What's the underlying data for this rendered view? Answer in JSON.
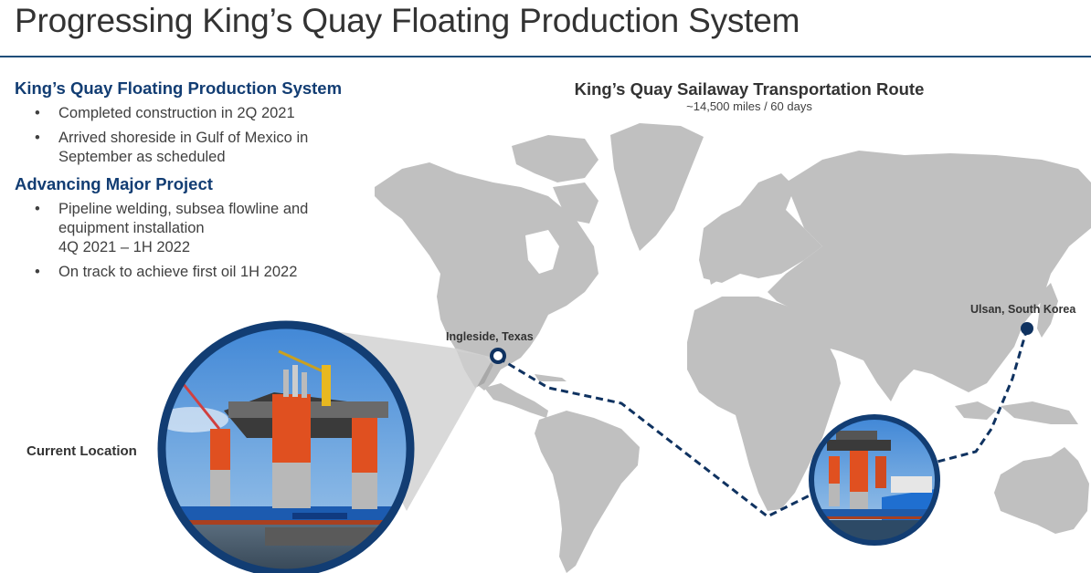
{
  "header": {
    "title": "Progressing King’s Quay Floating Production System",
    "rule_color": "#1f4e79"
  },
  "left_panel": {
    "sections": [
      {
        "heading": "King’s Quay Floating Production System",
        "bullets": [
          "Completed construction in 2Q 2021",
          "Arrived shoreside in Gulf of Mexico in\nSeptember as scheduled"
        ]
      },
      {
        "heading": "Advancing Major Project",
        "bullets": [
          "Pipeline welding, subsea flowline and\nequipment installation\n4Q 2021 – 1H 2022",
          "On track to achieve first oil 1H 2022"
        ]
      }
    ],
    "bullet_glyph": "•",
    "heading_color": "#123d73"
  },
  "current_location": {
    "label": "Current Location",
    "photo_icon": "platform-photo-icon"
  },
  "map": {
    "title": "King’s Quay Sailaway Transportation Route",
    "subtitle": "~14,500 miles / 60 days",
    "land_color": "#c0c0c0",
    "route_color": "#0f3260",
    "origin": {
      "label": "Ulsan, South Korea",
      "marker": "filled-dot"
    },
    "destination": {
      "label": "Ingleside, Texas",
      "marker": "ring-marker"
    },
    "transit_photo_icon": "platform-on-heavy-lift-ship-photo-icon"
  }
}
